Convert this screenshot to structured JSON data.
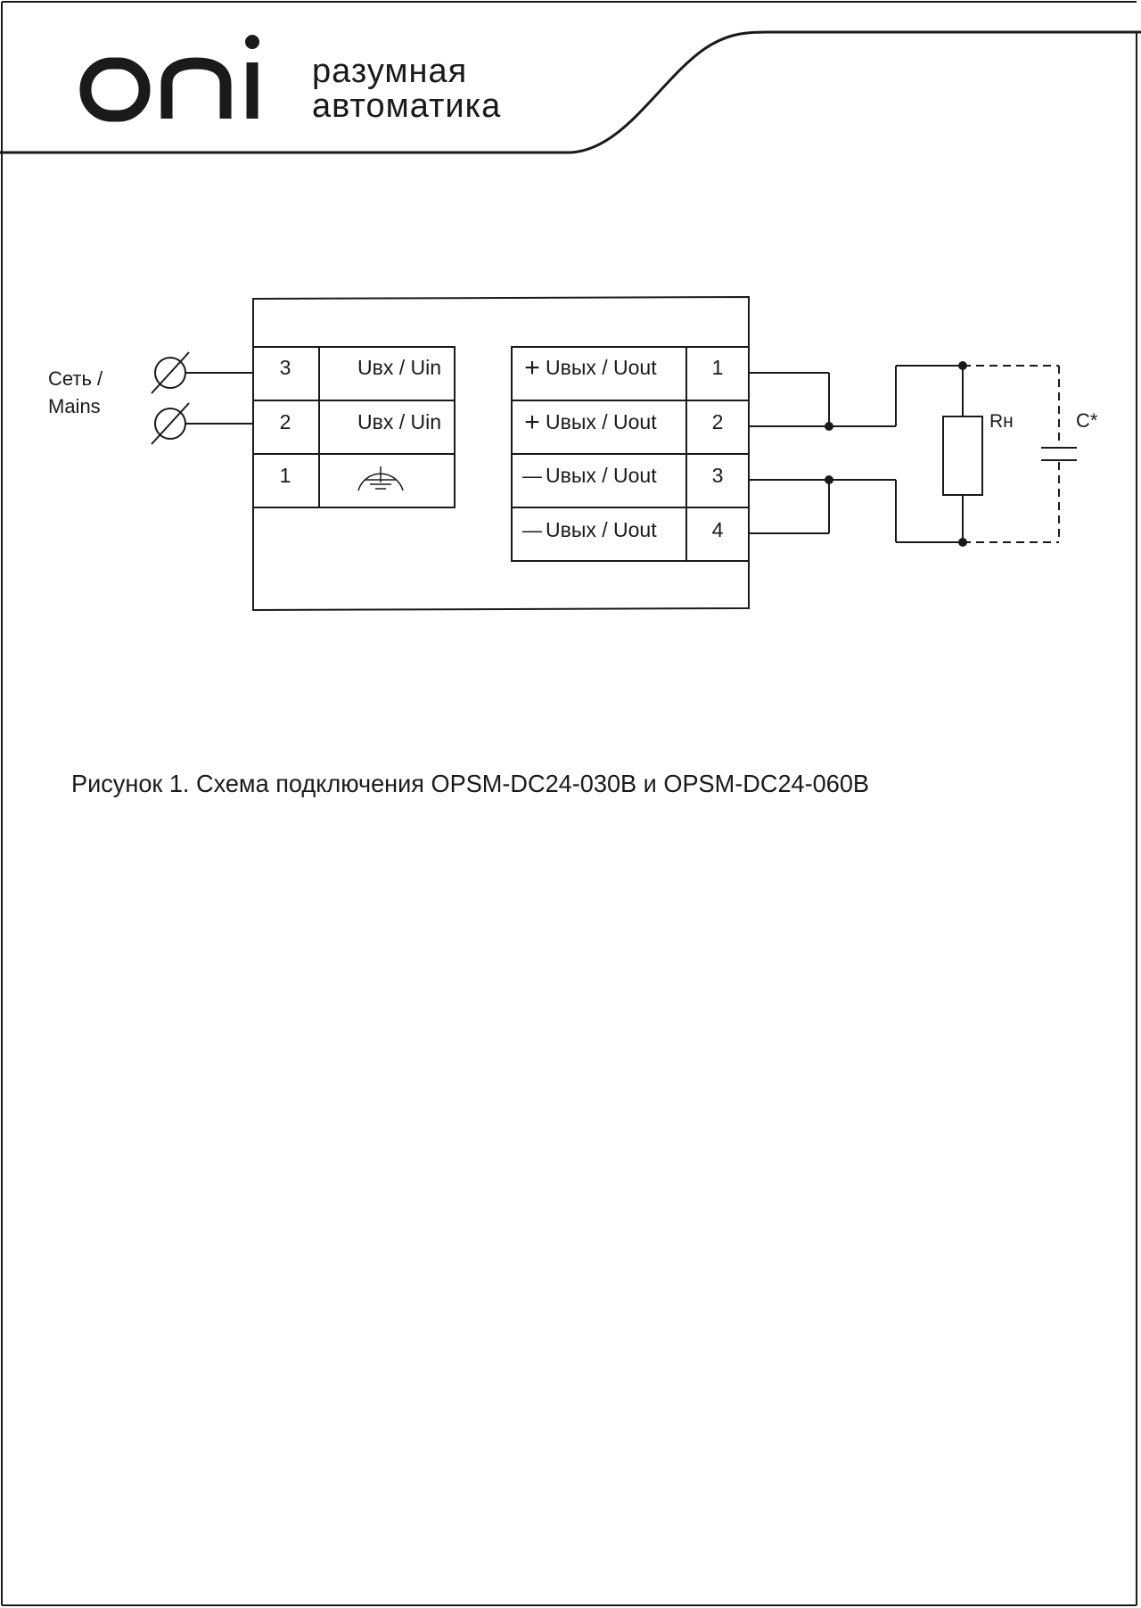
{
  "header": {
    "logo": "oni",
    "tagline_line1": "разумная",
    "tagline_line2": "автоматика"
  },
  "diagram": {
    "mains_label_line1": "Сеть /",
    "mains_label_line2": "Mains",
    "input_terminals": [
      {
        "number": "3",
        "label": "Uвх / Uin"
      },
      {
        "number": "2",
        "label": "Uвх / Uin"
      },
      {
        "number": "1",
        "label": ""
      }
    ],
    "output_terminals": [
      {
        "number": "1",
        "sign": "+",
        "label": "Uвых / Uout"
      },
      {
        "number": "2",
        "sign": "+",
        "label": "Uвых / Uout"
      },
      {
        "number": "3",
        "sign": "—",
        "label": "Uвых / Uout"
      },
      {
        "number": "4",
        "sign": "—",
        "label": "Uвых / Uout"
      }
    ],
    "load_resistor_label": "Rн",
    "capacitor_label": "C*"
  },
  "caption": "Рисунок 1. Схема подключения OPSM-DC24-030B и OPSM-DC24-060B",
  "colors": {
    "line": "#1a1a1a",
    "background": "#ffffff"
  }
}
